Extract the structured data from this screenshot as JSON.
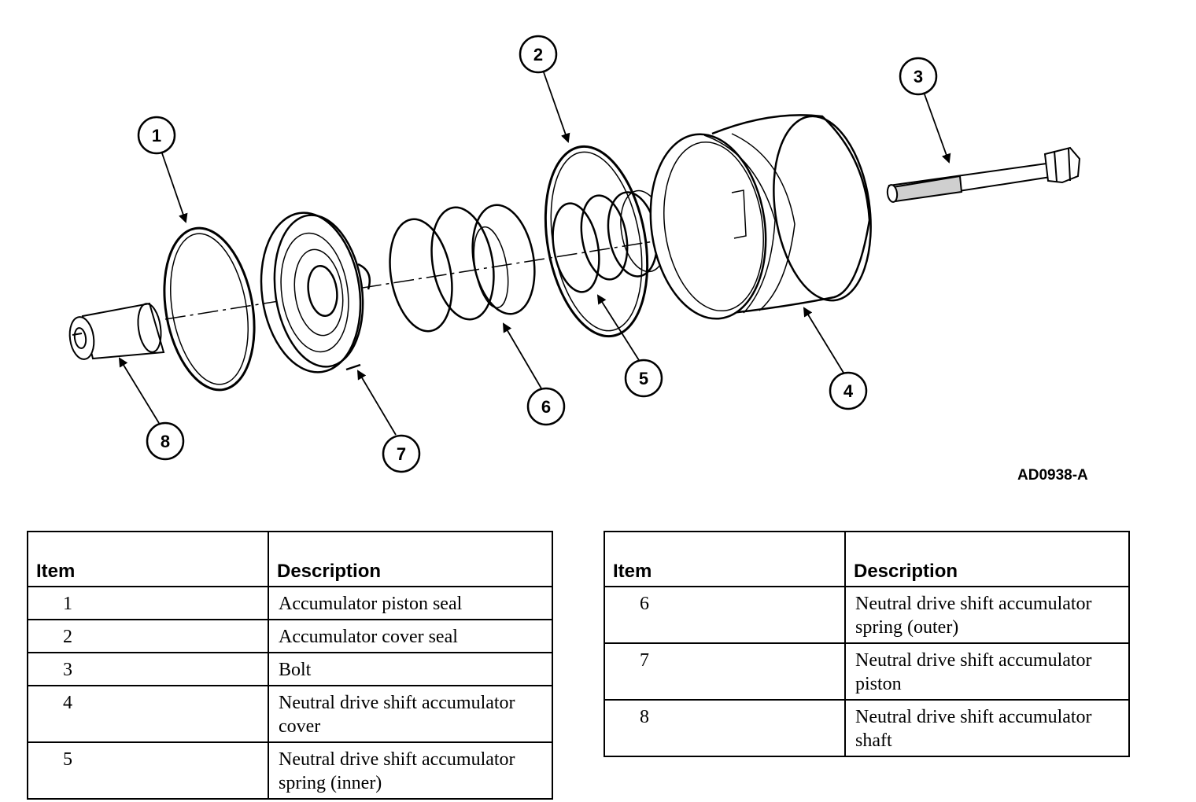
{
  "figure_code": "AD0938-A",
  "callouts": [
    "1",
    "2",
    "3",
    "4",
    "5",
    "6",
    "7",
    "8"
  ],
  "tables": {
    "left": {
      "header_item": "Item",
      "header_desc": "Description",
      "rows": [
        {
          "item": "1",
          "desc": "Accumulator piston seal"
        },
        {
          "item": "2",
          "desc": "Accumulator cover seal"
        },
        {
          "item": "3",
          "desc": "Bolt"
        },
        {
          "item": "4",
          "desc": "Neutral drive shift accumulator cover"
        },
        {
          "item": "5",
          "desc": "Neutral drive shift accumulator spring (inner)"
        }
      ]
    },
    "right": {
      "header_item": "Item",
      "header_desc": "Description",
      "rows": [
        {
          "item": "6",
          "desc": "Neutral drive shift accumulator spring (outer)"
        },
        {
          "item": "7",
          "desc": "Neutral drive shift accumulator piston"
        },
        {
          "item": "8",
          "desc": "Neutral drive shift accumulator shaft"
        }
      ]
    }
  }
}
